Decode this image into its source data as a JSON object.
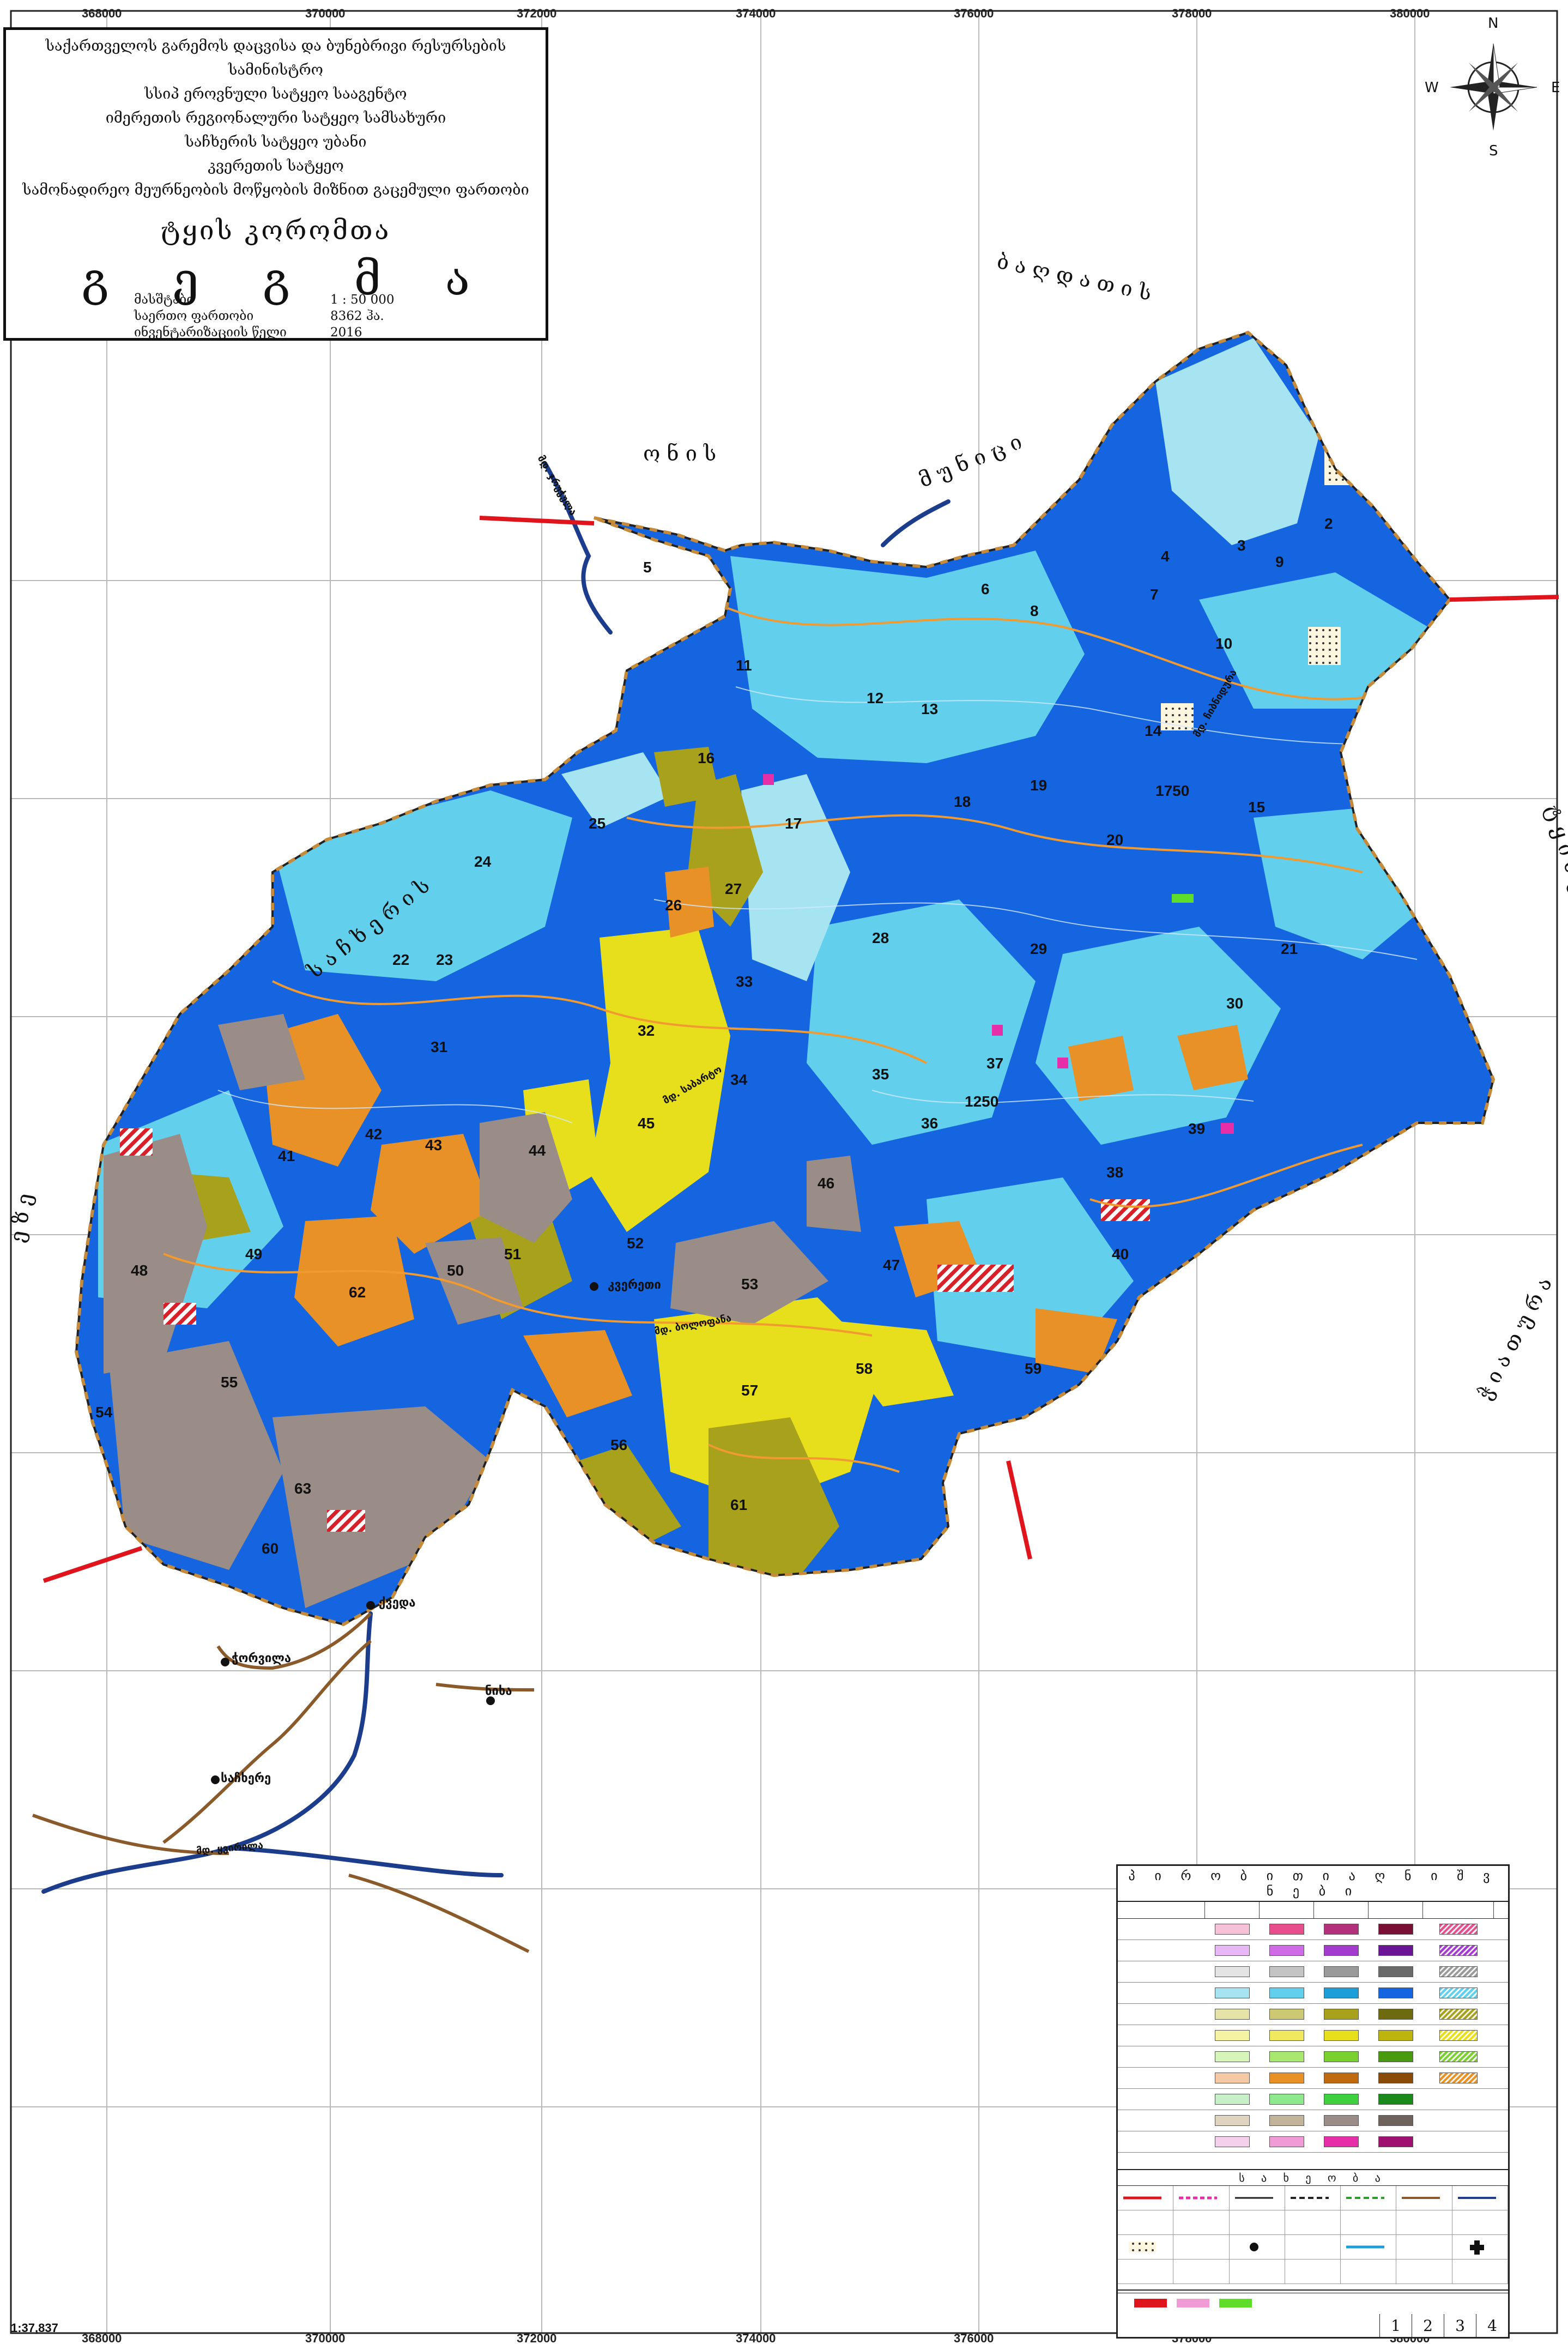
{
  "title_block": {
    "lines": [
      "საქართველოს გარემოს დაცვისა და ბუნებრივი რესურსების სამინისტრო",
      "სსიპ ეროვნული სატყეო სააგენტო",
      "იმერეთის რეგიონალური სატყეო სამსახური",
      "საჩხერის სატყეო უბანი",
      "კვერეთის სატყეო",
      "სამონადირეო მეურნეობის მოწყობის მიზნით გაცემული ფართობი"
    ],
    "subtitle": "ტყის კორომთა",
    "word_letters": [
      "გ",
      "ე",
      "გ",
      "მ",
      "ა"
    ],
    "meta": [
      {
        "key": "მასშტაბი",
        "value": "1 : 50 000"
      },
      {
        "key": "საერთო ფართობი",
        "value": "8362 ჰა."
      },
      {
        "key": "ინვენტარიზაციის წელი",
        "value": "2016"
      }
    ]
  },
  "grid": {
    "x_labels": [
      "368000",
      "370000",
      "372000",
      "374000",
      "376000",
      "378000",
      "380000"
    ]
  },
  "compass": {
    "n": "N",
    "s": "S",
    "e": "E",
    "w": "W"
  },
  "scale_text": "1:37,837",
  "boundary_labels": {
    "top": "ბ ა ღ დ ა თ ი ს",
    "top_left": "ო ნ ი ს",
    "top_mid": "მ უ ნ ი ც ი",
    "left": "ს ა ჩ ხ ე რ ი ს",
    "right": "ტ ყ ი ბ უ ლ ი ს",
    "bottom_right": "ჭ ი ა თ უ რ ა",
    "left_vertical": "ე ზ ე"
  },
  "places": [
    {
      "name": "კვერეთი",
      "kind": "village"
    },
    {
      "name": "ჭორვილა",
      "kind": "village"
    },
    {
      "name": "საჩხერე",
      "kind": "town"
    },
    {
      "name": "ნიხა",
      "kind": "village"
    },
    {
      "name": "ქვედა",
      "kind": "village"
    }
  ],
  "rivers": [
    {
      "name": "მდ. ჯრუჭულა"
    },
    {
      "name": "მდ. ყვირილა"
    },
    {
      "name": "მდ. ბოლოფანა"
    },
    {
      "name": "მდ. საბარტო"
    },
    {
      "name": "მდ. ჩიბნიდურა"
    }
  ],
  "contour_labels": [
    "1750",
    "1250"
  ],
  "quarters": [
    "2",
    "3",
    "4",
    "5",
    "6",
    "7",
    "8",
    "9",
    "10",
    "11",
    "12",
    "13",
    "14",
    "15",
    "16",
    "17",
    "18",
    "19",
    "20",
    "21",
    "22",
    "23",
    "24",
    "25",
    "26",
    "27",
    "28",
    "29",
    "30",
    "31",
    "32",
    "33",
    "34",
    "35",
    "36",
    "37",
    "38",
    "39",
    "40",
    "41",
    "42",
    "43",
    "44",
    "45",
    "46",
    "47",
    "48",
    "49",
    "50",
    "51",
    "52",
    "53",
    "54",
    "55",
    "56",
    "57",
    "58",
    "59",
    "60",
    "61",
    "62",
    "63"
  ],
  "colors": {
    "dark_blue": "#1565e0",
    "light_blue": "#62d0ec",
    "pale_blue": "#a7e4f2",
    "yellow": "#e8df1c",
    "olive": "#a7a11c",
    "orange": "#e89126",
    "grey": "#9a8c86",
    "contour": "#f09a30",
    "road": "#8a5a2a",
    "river": "#1c3c8c",
    "border_red": "#e0141c"
  },
  "legend": {
    "title": "პ ი რ ო ბ ი თ ი   ა ღ ნ ი შ ვ ნ ე ბ ი",
    "subtitle": "ს ა ხ ე ო ბ ა",
    "age_classes": [
      "1",
      "2",
      "3",
      "4"
    ]
  }
}
